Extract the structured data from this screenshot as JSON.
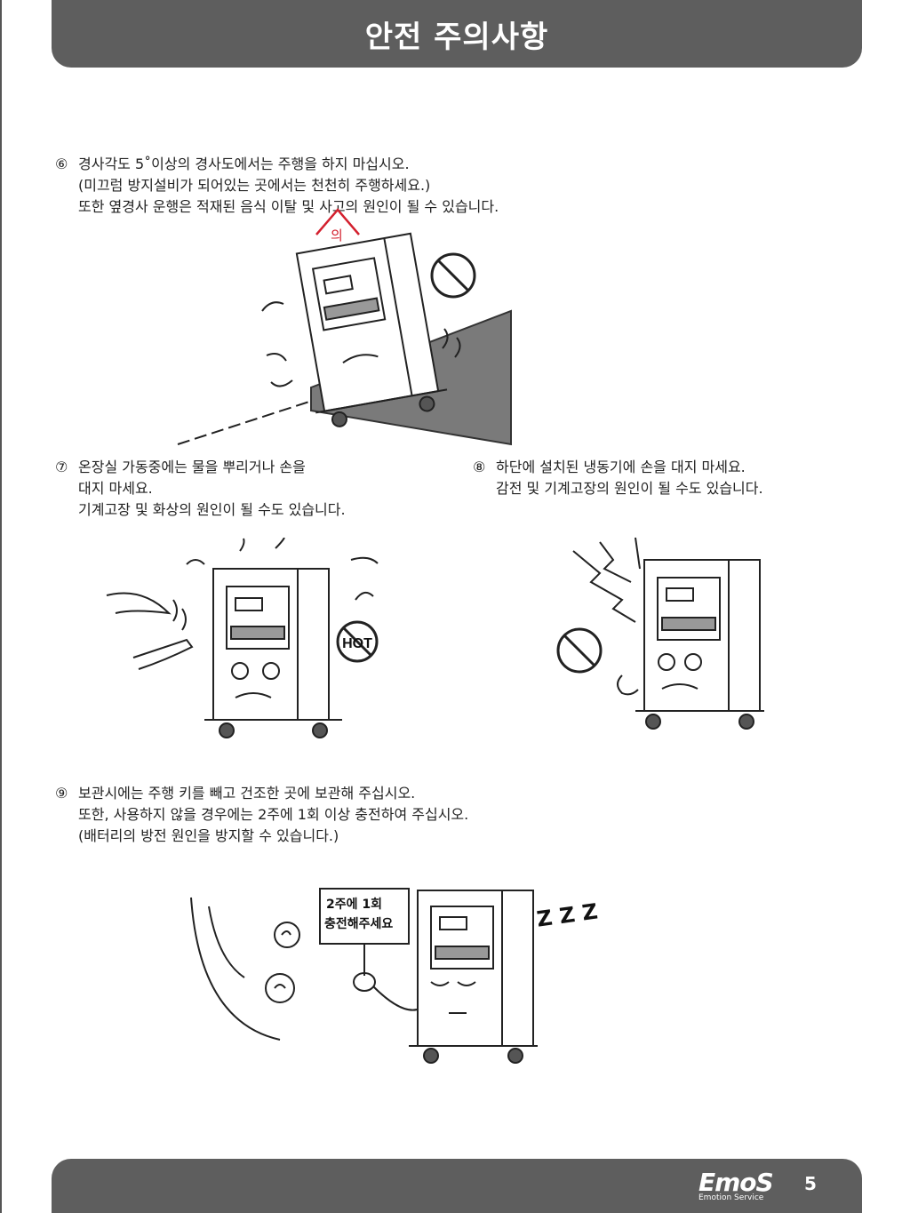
{
  "header": {
    "title": "안전 주의사항"
  },
  "item6": {
    "number": "⑥",
    "lines": [
      "경사각도 5˚이상의 경사도에서는 주행을 하지 마십시오.",
      "(미끄럼 방지설비가 되어있는 곳에서는 천천히 주행하세요.)",
      "또한 옆경사 운행은 적재된 음식 이탈 및 사고의 원인이 될 수 있습니다."
    ],
    "correction": "의"
  },
  "item7": {
    "number": "⑦",
    "lines": [
      "온장실 가동중에는 물을 뿌리거나 손을",
      "대지 마세요.",
      "기계고장 및 화상의 원인이 될 수도 있습니다."
    ],
    "sign": "HOT"
  },
  "item8": {
    "number": "⑧",
    "lines": [
      "하단에 설치된 냉동기에 손을 대지 마세요.",
      "감전 및 기계고장의 원인이 될 수도 있습니다."
    ]
  },
  "item9": {
    "number": "⑨",
    "lines": [
      "보관시에는 주행 키를 빼고 건조한 곳에 보관해 주십시오.",
      "또한, 사용하지 않을 경우에는 2주에 1회 이상 충전하여 주십시오.",
      "(배터리의 방전 원인을 방지할 수 있습니다.)"
    ],
    "sign_lines": [
      "2주에 1회",
      "충전해주세요"
    ],
    "sleep": "Z Z Z"
  },
  "footer": {
    "logo": "EmoS",
    "logo_sub": "Emotion Service",
    "page": "5"
  }
}
